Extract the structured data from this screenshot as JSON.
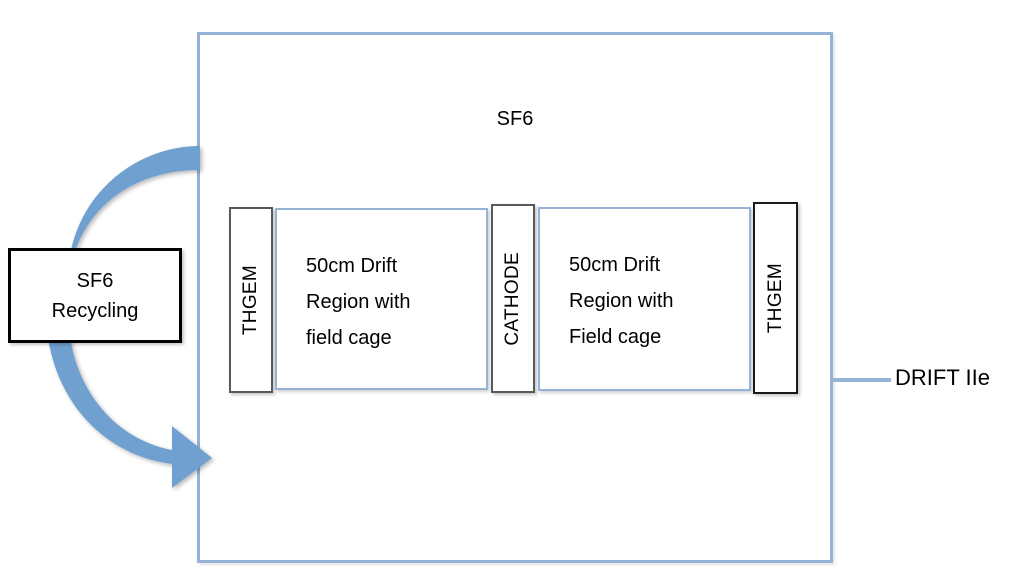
{
  "diagram": {
    "vessel": {
      "gas_label": "SF6"
    },
    "components": [
      {
        "name": "thgem-left",
        "label": "THGEM"
      },
      {
        "name": "cathode",
        "label": "CATHODE"
      },
      {
        "name": "thgem-right",
        "label": "THGEM"
      }
    ],
    "drift_regions": [
      {
        "name": "drift-left",
        "line1": "50cm Drift",
        "line2": "Region with",
        "line3": "field cage"
      },
      {
        "name": "drift-right",
        "line1": "50cm Drift",
        "line2": "Region with",
        "line3": "Field cage"
      }
    ],
    "recycling_box": {
      "line1": "SF6",
      "line2": "Recycling"
    },
    "callout": {
      "label": "DRIFT IIe"
    },
    "colors": {
      "vessel_border": "#95b3d7",
      "drift_border": "#95b3d7",
      "plate_border": "#595959",
      "thgem_right_border": "#1a1a1a",
      "arrow_fill": "#6fa0d0",
      "recycling_box_border": "#000000",
      "text": "#000000"
    }
  }
}
